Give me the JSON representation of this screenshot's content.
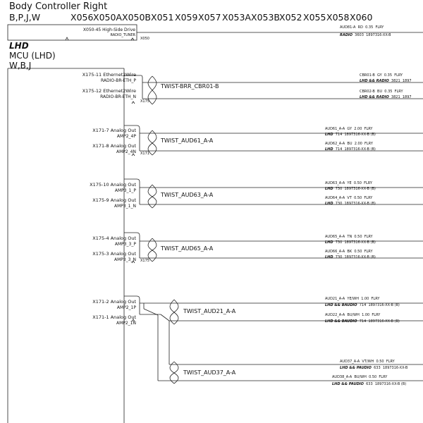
{
  "header": {
    "title": "Body Controller Right",
    "variants": "B,P,J,W",
    "connectors": [
      "X056",
      "X050A",
      "X050B",
      "X051",
      "X059",
      "X057",
      "X053A",
      "X053B",
      "X052",
      "X055",
      "X058",
      "X060"
    ]
  },
  "top_box": {
    "pin_label": "X050-45 High-Side Drive",
    "signal": "RADIO_TUNER",
    "connector_ref": "X050",
    "wire": {
      "id": "AUD81-A",
      "color": "RD",
      "gauge": "0.35",
      "type": "FLRY",
      "condition": "RADIO",
      "code": "3603",
      "part": "1897316-XX-B"
    }
  },
  "mcu": {
    "option": "LHD",
    "title": "MCU (LHD)",
    "variants": "W,B,J"
  },
  "groups": [
    {
      "twist": "TWIST-BRR_CBR01-B",
      "connector_ref": "X175",
      "pins": [
        {
          "pin": "X175-11 Ethernet2Wire",
          "signal": "RADIO-BR-ETH_P"
        },
        {
          "pin": "X175-12 Ethernet2Wire",
          "signal": "RADIO-BR-ETH_N"
        }
      ],
      "wires": [
        {
          "id": "CBR01-B",
          "color": "GY",
          "gauge": "0.35",
          "type": "FLRY",
          "condition": "LHD && RADIO",
          "code": "3821",
          "part": "1897"
        },
        {
          "id": "CBR02-B",
          "color": "BU",
          "gauge": "0.35",
          "type": "FLRY",
          "condition": "LHD && RADIO",
          "code": "3821",
          "part": "1897"
        }
      ]
    },
    {
      "twist": "TWIST_AUD61_A-A",
      "connector_ref": "X171",
      "pins": [
        {
          "pin": "X171-7 Analog Out",
          "signal": "AMP2_4P"
        },
        {
          "pin": "X171-8 Analog Out",
          "signal": "AMP2_4N"
        }
      ],
      "wires": [
        {
          "id": "AUD61_A-A",
          "color": "GY",
          "gauge": "2.00",
          "type": "FLRY",
          "condition": "LHD",
          "code": "714",
          "part": "1897316-XX-B (B)"
        },
        {
          "id": "AUD62_A-A",
          "color": "BU",
          "gauge": "2.00",
          "type": "FLRY",
          "condition": "LHD",
          "code": "714",
          "part": "1897316-XX-B (B)"
        }
      ]
    },
    {
      "twist": "TWIST_AUD63_A-A",
      "connector_ref": "",
      "pins": [
        {
          "pin": "X175-10 Analog Out",
          "signal": "AMP3_1_P"
        },
        {
          "pin": "X175-9 Analog Out",
          "signal": "AMP3_1_N"
        }
      ],
      "wires": [
        {
          "id": "AUD63_A-A",
          "color": "YE",
          "gauge": "0.50",
          "type": "FLRY",
          "condition": "LHD",
          "code": "730",
          "part": "1897316-XX-B (B)"
        },
        {
          "id": "AUD64_A-A",
          "color": "VT",
          "gauge": "0.50",
          "type": "FLRY",
          "condition": "LHD",
          "code": "730",
          "part": "1897316-XX-B (B)"
        }
      ]
    },
    {
      "twist": "TWIST_AUD65_A-A",
      "connector_ref": "X175",
      "pins": [
        {
          "pin": "X175-4 Analog Out",
          "signal": "AMP3_3_P"
        },
        {
          "pin": "X175-3 Analog Out",
          "signal": "AMP3_3_N"
        }
      ],
      "wires": [
        {
          "id": "AUD65_A-A",
          "color": "TN",
          "gauge": "0.50",
          "type": "FLRY",
          "condition": "LHD",
          "code": "730",
          "part": "1897316-XX-B (B)"
        },
        {
          "id": "AUD66_A-A",
          "color": "BK",
          "gauge": "0.50",
          "type": "FLRY",
          "condition": "LHD",
          "code": "730",
          "part": "1897316-XX-B (B)"
        }
      ]
    },
    {
      "twist": "TWIST_AUD21_A-A",
      "connector_ref": "",
      "pins": [
        {
          "pin": "X171-2 Analog Out",
          "signal": "AMP2_1P"
        },
        {
          "pin": "X171-1 Analog Out",
          "signal": "AMP2_1N"
        }
      ],
      "wires": [
        {
          "id": "AUD21_A-A",
          "color": "YE/WH",
          "gauge": "1.00",
          "type": "FLRY",
          "condition": "LHD && BAUDIO",
          "code": "714",
          "part": "1897316-XX-B (B)"
        },
        {
          "id": "AUD22_A-A",
          "color": "BU/WH",
          "gauge": "1.00",
          "type": "FLRY",
          "condition": "LHD && BAUDIO",
          "code": "714",
          "part": "1897316-XX-B (B)"
        }
      ]
    },
    {
      "twist": "TWIST_AUD37_A-A",
      "connector_ref": "",
      "pins": [],
      "wires": [
        {
          "id": "AUD37_A-A",
          "color": "VT/WH",
          "gauge": "0.50",
          "type": "FLRY",
          "condition": "LHD && PAUDIO",
          "code": "633",
          "part": "1897316-XX-B"
        },
        {
          "id": "AUD38_A-A",
          "color": "BU/WH",
          "gauge": "0.50",
          "type": "FLRY",
          "condition": "LHD && PAUDIO",
          "code": "633",
          "part": "1897316-XX-B (B)"
        }
      ]
    }
  ]
}
